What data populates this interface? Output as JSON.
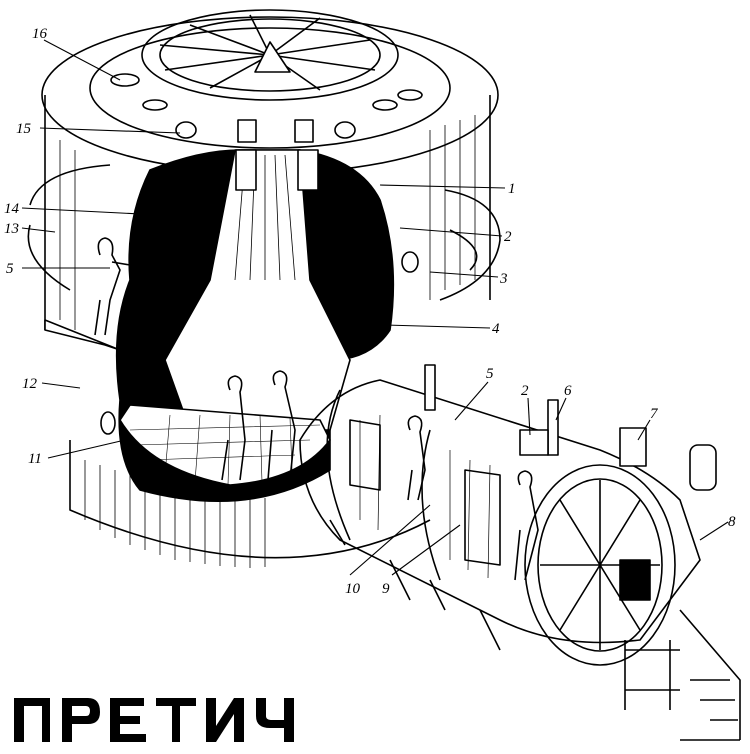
{
  "callouts": [
    "1",
    "2",
    "3",
    "4",
    "5",
    "6",
    "7",
    "8",
    "9",
    "10",
    "11",
    "12",
    "13",
    "14",
    "15",
    "16"
  ],
  "watermark_text": "ПРЕТИЧ"
}
